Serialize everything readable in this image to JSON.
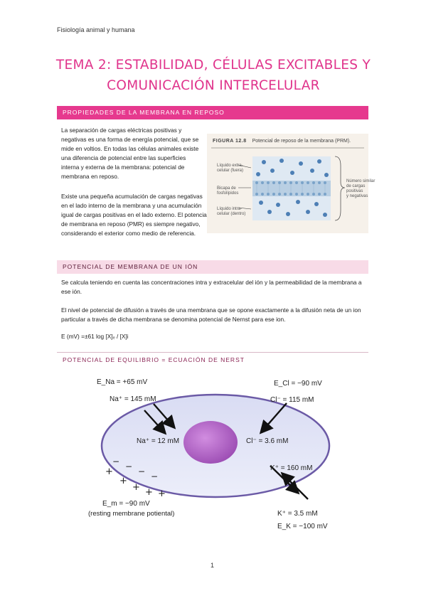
{
  "header": "Fisiología animal y humana",
  "title": {
    "line1": "TEMA 2: ESTABILIDAD, CÉLULAS EXCITABLES Y",
    "line2": "COMUNICACIÓN INTERCELULAR"
  },
  "section1": {
    "heading": "PROPIEDADES DE LA MEMBRANA EN REPOSO",
    "para1": "La separación de cargas eléctricas positivas y negativas es una forma de energía potencial, que se mide en voltios. En todas las células animales existe una diferencia de potencial entre las superficies interna y externa de la membrana: potencial de membrana en reposo.",
    "para2": "Existe una pequeña acumulación de cargas negativas en el lado interno de la membrana y una acumulación igual de cargas positivas en el lado externo. El potencial de membrana en reposo (PMR) es siempre negativo, considerando el exterior como medio de referencia.",
    "figure": {
      "caption_label": "FIGURA 12.8",
      "caption_text": "Potencial de reposo de la membrana (PRM).",
      "label_extracellular": "Líquido extra-\ncelular (fuera)",
      "label_bilayer": "Bicapa de\nfosfolípidos",
      "label_intracellular": "Líquido intra-\ncelular (dentro)",
      "label_charges": "Número similar\nde cargas\npositivas\ny negativas"
    }
  },
  "section2": {
    "heading": "POTENCIAL DE MEMBRANA DE UN IÓN",
    "para1": "Se calcula teniendo en cuenta las concentraciones intra y extracelular del ión y la permeabilidad de la membrana a ese ión.",
    "para2": "El nivel de potencial de difusión a través de una membrana que se opone exactamente a la difusión neta de un ion particular a través de dicha membrana se denomina potencial de Nernst para ese ion.",
    "formula": "E (mV) =±61 log [X]ₑ / [X]i"
  },
  "section3": {
    "heading": "POTENCIAL DE EQUILIBRIO = ECUACIÓN DE NERST",
    "diagram": {
      "e_na": "E_Na = +65 mV",
      "na_out": "Na⁺ = 145 mM",
      "na_in": "Na⁺ = 12 mM",
      "e_cl": "E_Cl = −90 mV",
      "cl_out": "Cl⁻ = 115 mM",
      "cl_in": "Cl⁻ = 3.6 mM",
      "k_in": "K⁺ = 160 mM",
      "k_out": "K⁺ = 3.5 mM",
      "e_k": "E_K = −100 mV",
      "e_m": "E_m = −90 mV",
      "resting": "(resting membrane potiental)"
    }
  },
  "page_number": "1",
  "colors": {
    "accent": "#e6398e",
    "accent_light": "#f8dbe7",
    "title": "#e0348c"
  }
}
